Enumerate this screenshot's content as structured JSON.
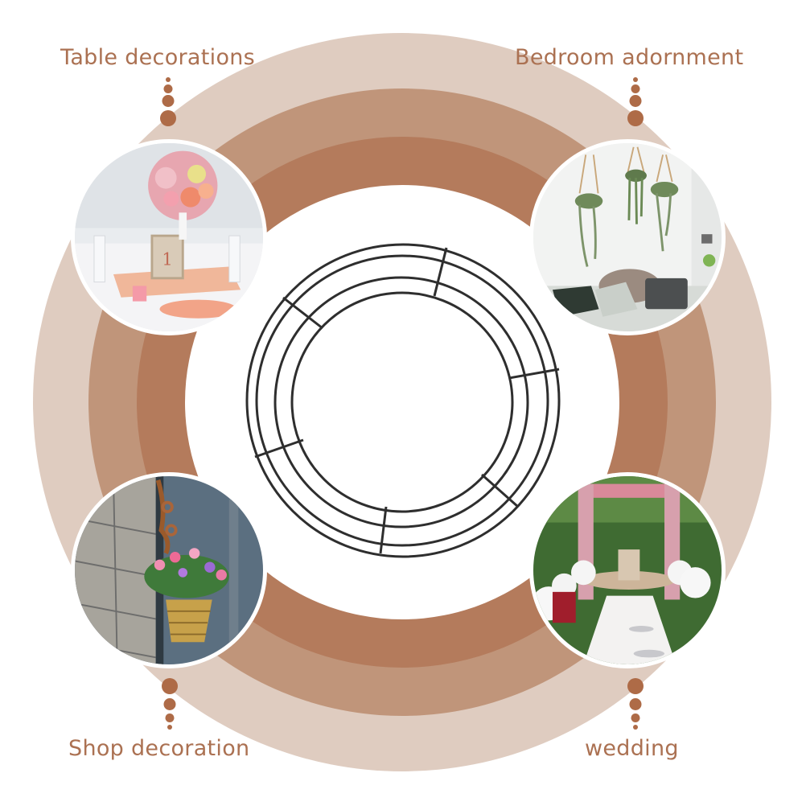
{
  "colors": {
    "outer_ring": "#DFCCC0",
    "middle_ring": "#C0957A",
    "inner_ring": "#B47B5C",
    "label_text": "#AB7152",
    "dots": "#AE6B47",
    "wreath_wire": "#2E2E2E"
  },
  "center_product": {
    "name": "wire-wreath-frame",
    "ring_count": 4
  },
  "uses": [
    {
      "label": "Table decorations",
      "position": "top-left",
      "photo": "table-centerpiece-photo"
    },
    {
      "label": "Bedroom adornment",
      "position": "top-right",
      "photo": "bedroom-hanging-plants-photo"
    },
    {
      "label": "Shop decoration",
      "position": "bottom-left",
      "photo": "hanging-flower-basket-photo"
    },
    {
      "label": "wedding",
      "position": "bottom-right",
      "photo": "wedding-arch-aisle-photo"
    }
  ]
}
